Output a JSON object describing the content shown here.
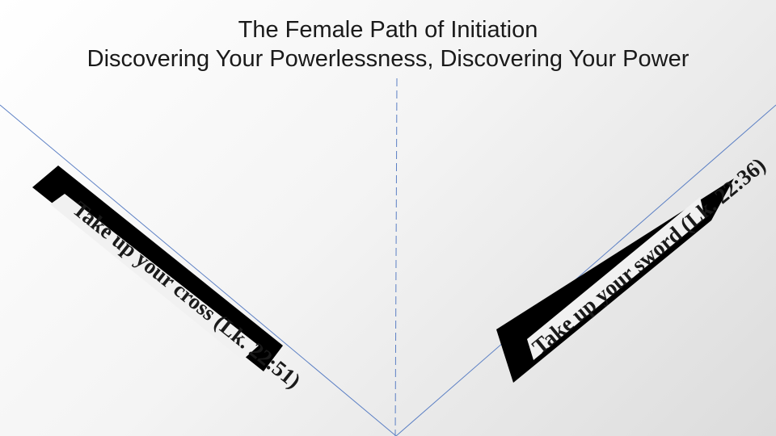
{
  "title": {
    "line1": "The Female Path of Initiation",
    "line2": "Discovering Your Powerlessness, Discovering Your Power"
  },
  "left_banner": {
    "text": "Take up your cross (Lk. 22:51)"
  },
  "right_banner": {
    "text": "Take up your sword (Lk. 22:36)"
  },
  "colors": {
    "v_lines": "#5b7fc4",
    "center_line": "#5b7fc4",
    "banner_fill": "#000000",
    "banner_text": "#1a1a1a"
  }
}
